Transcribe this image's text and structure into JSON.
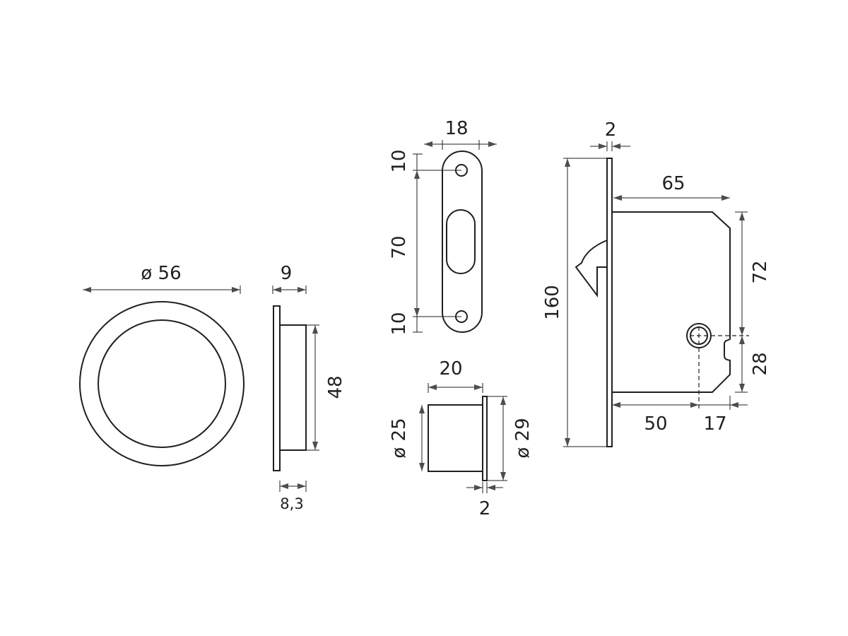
{
  "drawing": {
    "pull_front": {
      "diameter_label": "ø 56"
    },
    "pull_side": {
      "depth_label": "9",
      "height_label": "48",
      "cup_depth_label": "8,3"
    },
    "strike_plate": {
      "width_label": "18",
      "top_offset_label": "10",
      "slot_pitch_label": "70",
      "bottom_offset_label": "10"
    },
    "strike_cup": {
      "length_label": "20",
      "inner_diameter_label": "ø 25",
      "outer_diameter_label": "ø 29",
      "flange_label": "2"
    },
    "lock_body": {
      "faceplate_thickness_label": "2",
      "body_depth_label": "65",
      "faceplate_height_label": "160",
      "upper_height_label": "72",
      "lower_height_label": "28",
      "backset_label": "50",
      "rear_offset_label": "17"
    }
  }
}
